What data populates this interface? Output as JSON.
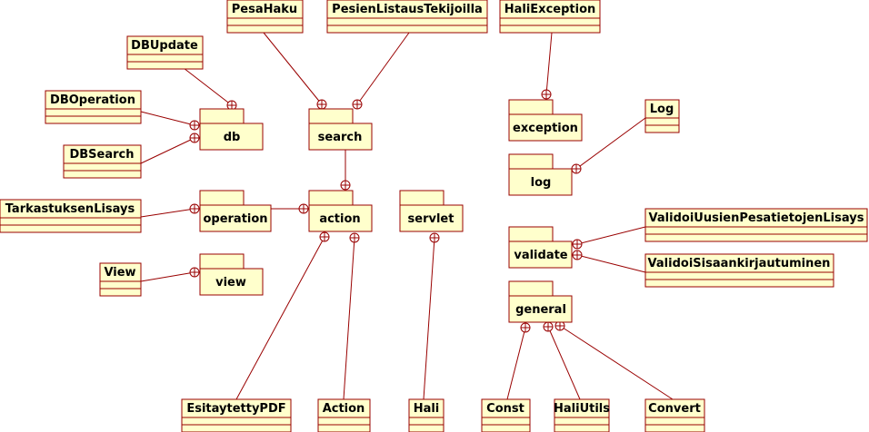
{
  "colors": {
    "stroke": "#990000",
    "fill": "#ffffcc",
    "text": "#000000",
    "background": "#ffffff"
  },
  "classes": {
    "pesahaku": "PesaHaku",
    "pesien_listaus": "PesienListausTekijoilla",
    "hali_exception": "HaliException",
    "db_update": "DBUpdate",
    "db_operation": "DBOperation",
    "db_search": "DBSearch",
    "log": "Log",
    "tarkastuksen_lisays": "TarkastuksenLisays",
    "view": "View",
    "validoi_uusien": "ValidoiUusienPesatietojenLisays",
    "validoi_sisaan": "ValidoiSisaankirjautuminen",
    "esitaytetty_pdf": "EsitaytettyPDF",
    "action": "Action",
    "hali": "Hali",
    "const": "Const",
    "hali_utils": "HaliUtils",
    "convert": "Convert"
  },
  "packages": {
    "db": "db",
    "search": "search",
    "exception": "exception",
    "log": "log",
    "operation": "operation",
    "action": "action",
    "servlet": "servlet",
    "view": "view",
    "validate": "validate",
    "general": "general"
  }
}
